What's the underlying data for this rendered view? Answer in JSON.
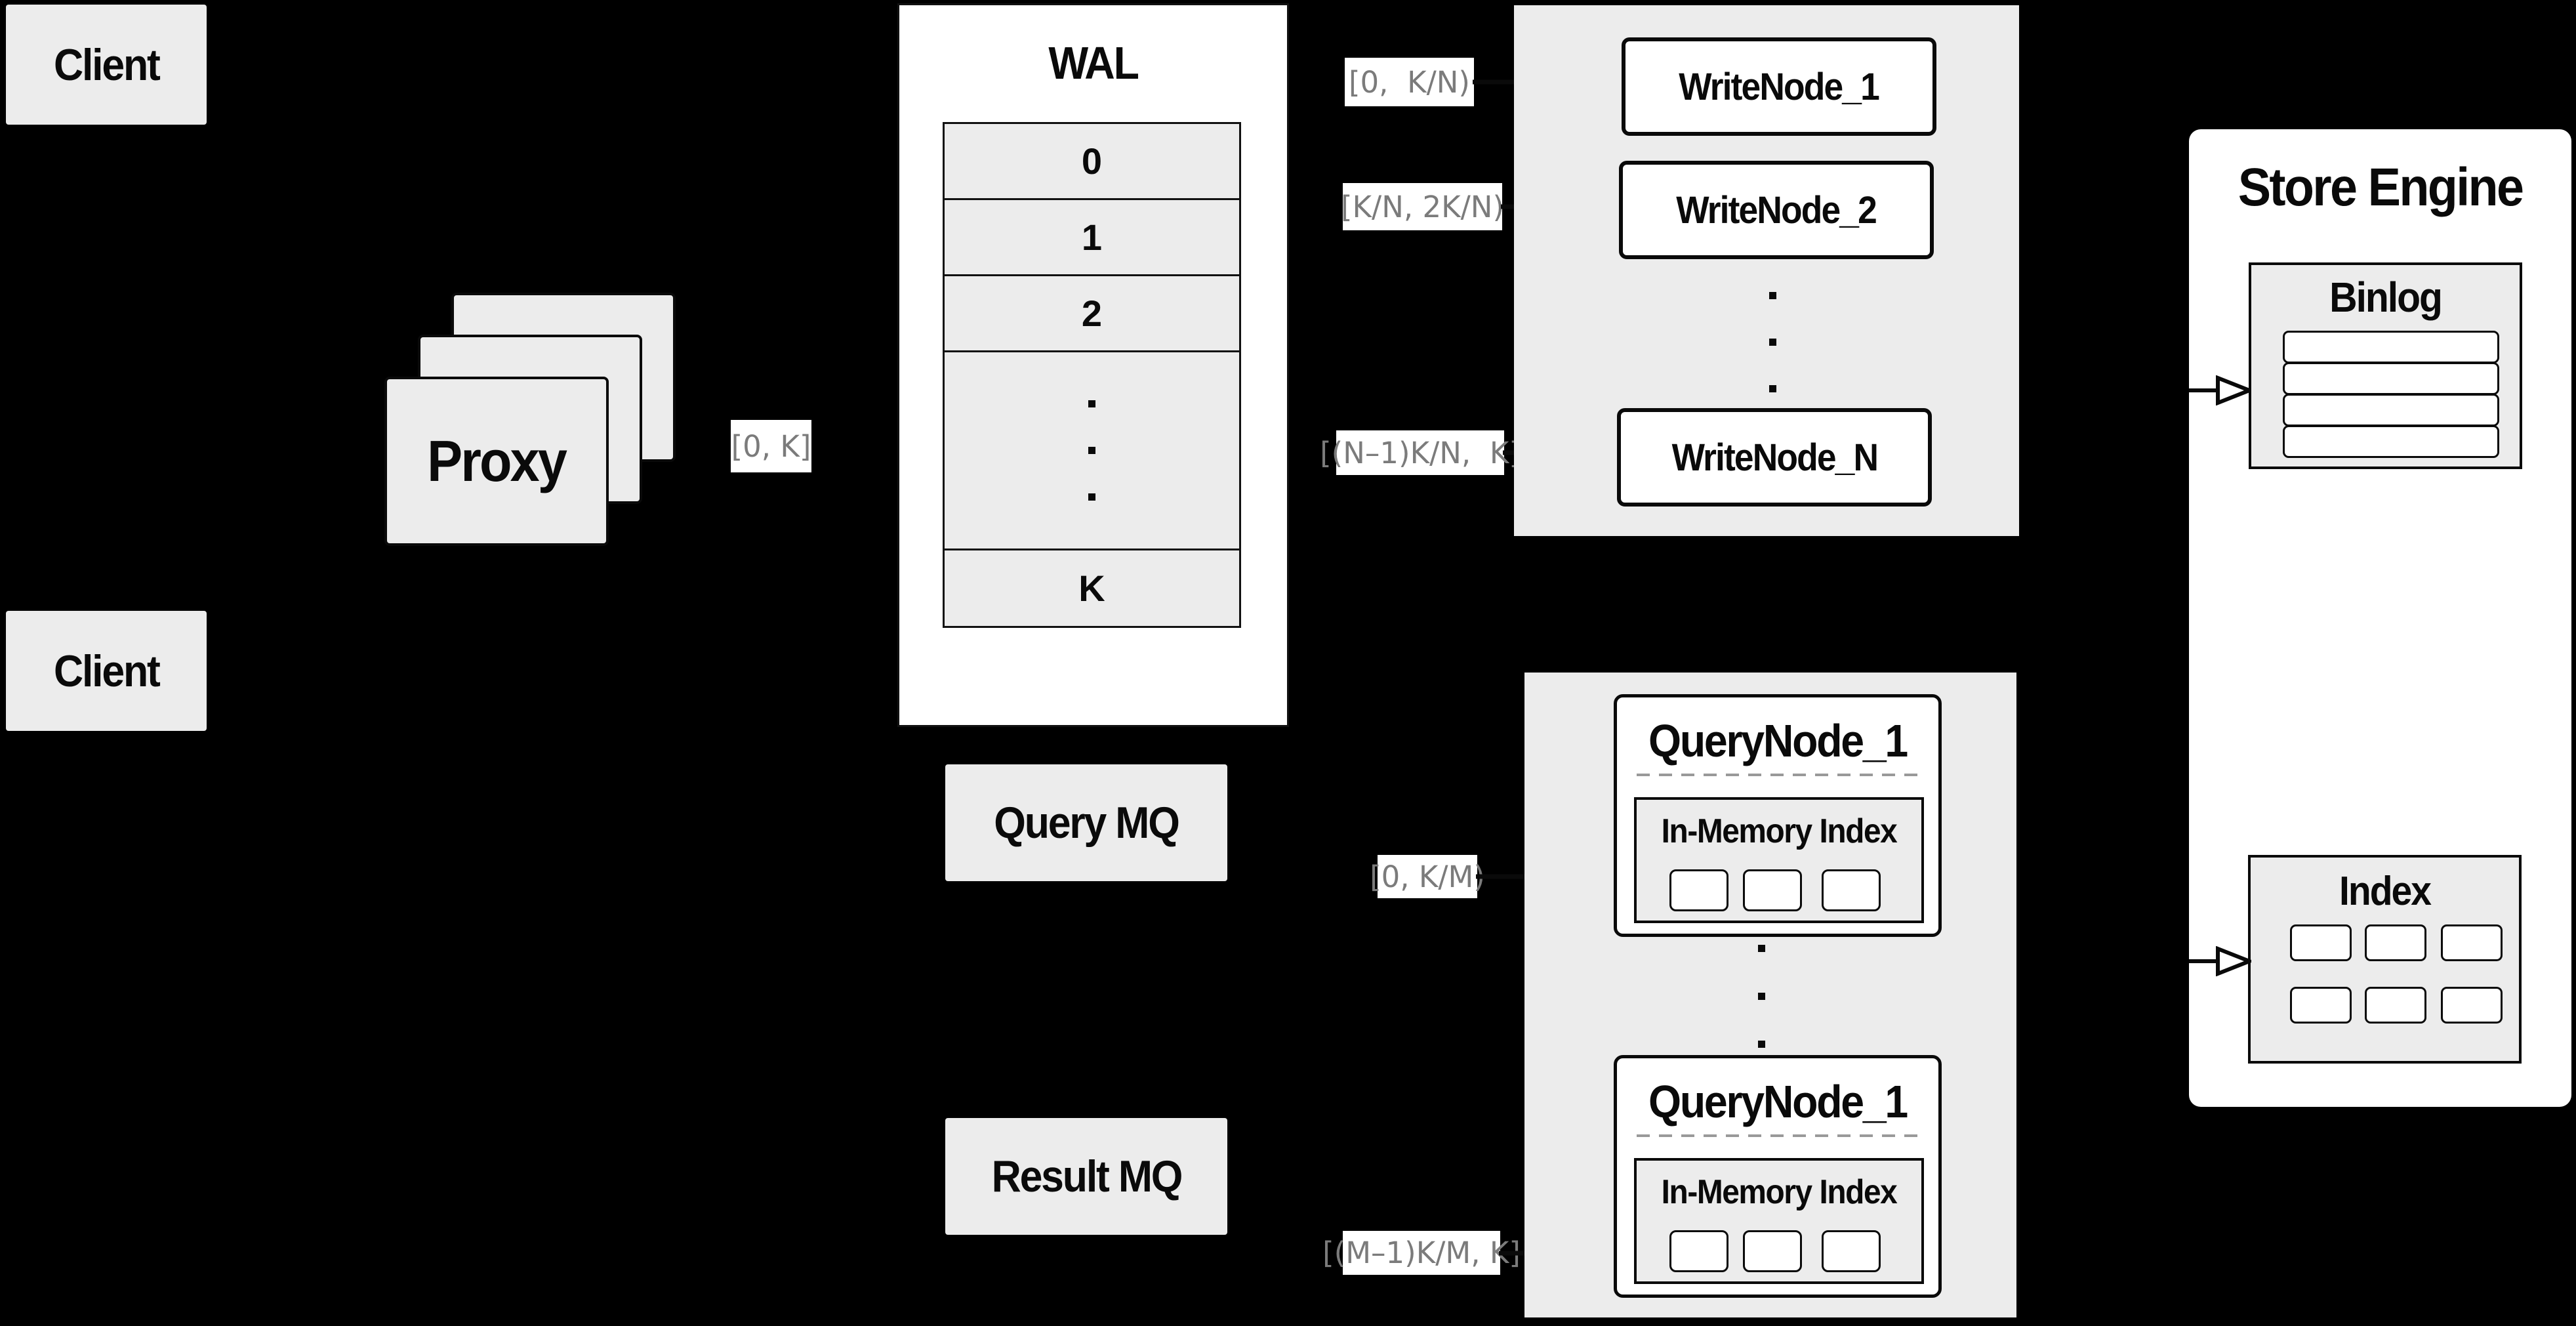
{
  "colors": {
    "bg": "#000000",
    "panel": "#ececec",
    "white": "#ffffff",
    "ink": "#0a0a0a",
    "label_text": "#7b7b7b",
    "dash": "#999999"
  },
  "clients": {
    "top": "Client",
    "bottom": "Client"
  },
  "proxy": {
    "title": "Proxy",
    "range": "[0, K]"
  },
  "wal": {
    "title": "WAL",
    "segments": [
      "0",
      "1",
      "2"
    ],
    "last_segment": "K"
  },
  "write_section": {
    "ranges": [
      "[0,  K/N)",
      "[K/N, 2K/N)",
      "[(N–1)K/N,  K]"
    ],
    "nodes": [
      "WriteNode_1",
      "WriteNode_2",
      "WriteNode_N"
    ]
  },
  "mq": {
    "query": "Query MQ",
    "result": "Result MQ"
  },
  "query_section": {
    "ranges": [
      "[0, K/M)",
      "[(M–1)K/M, K]"
    ],
    "nodes": [
      {
        "title": "QueryNode_1",
        "index_title": "In-Memory Index"
      },
      {
        "title": "QueryNode_1",
        "index_title": "In-Memory Index"
      }
    ]
  },
  "store": {
    "title": "Store Engine",
    "binlog_title": "Binlog",
    "index_title": "Index"
  }
}
